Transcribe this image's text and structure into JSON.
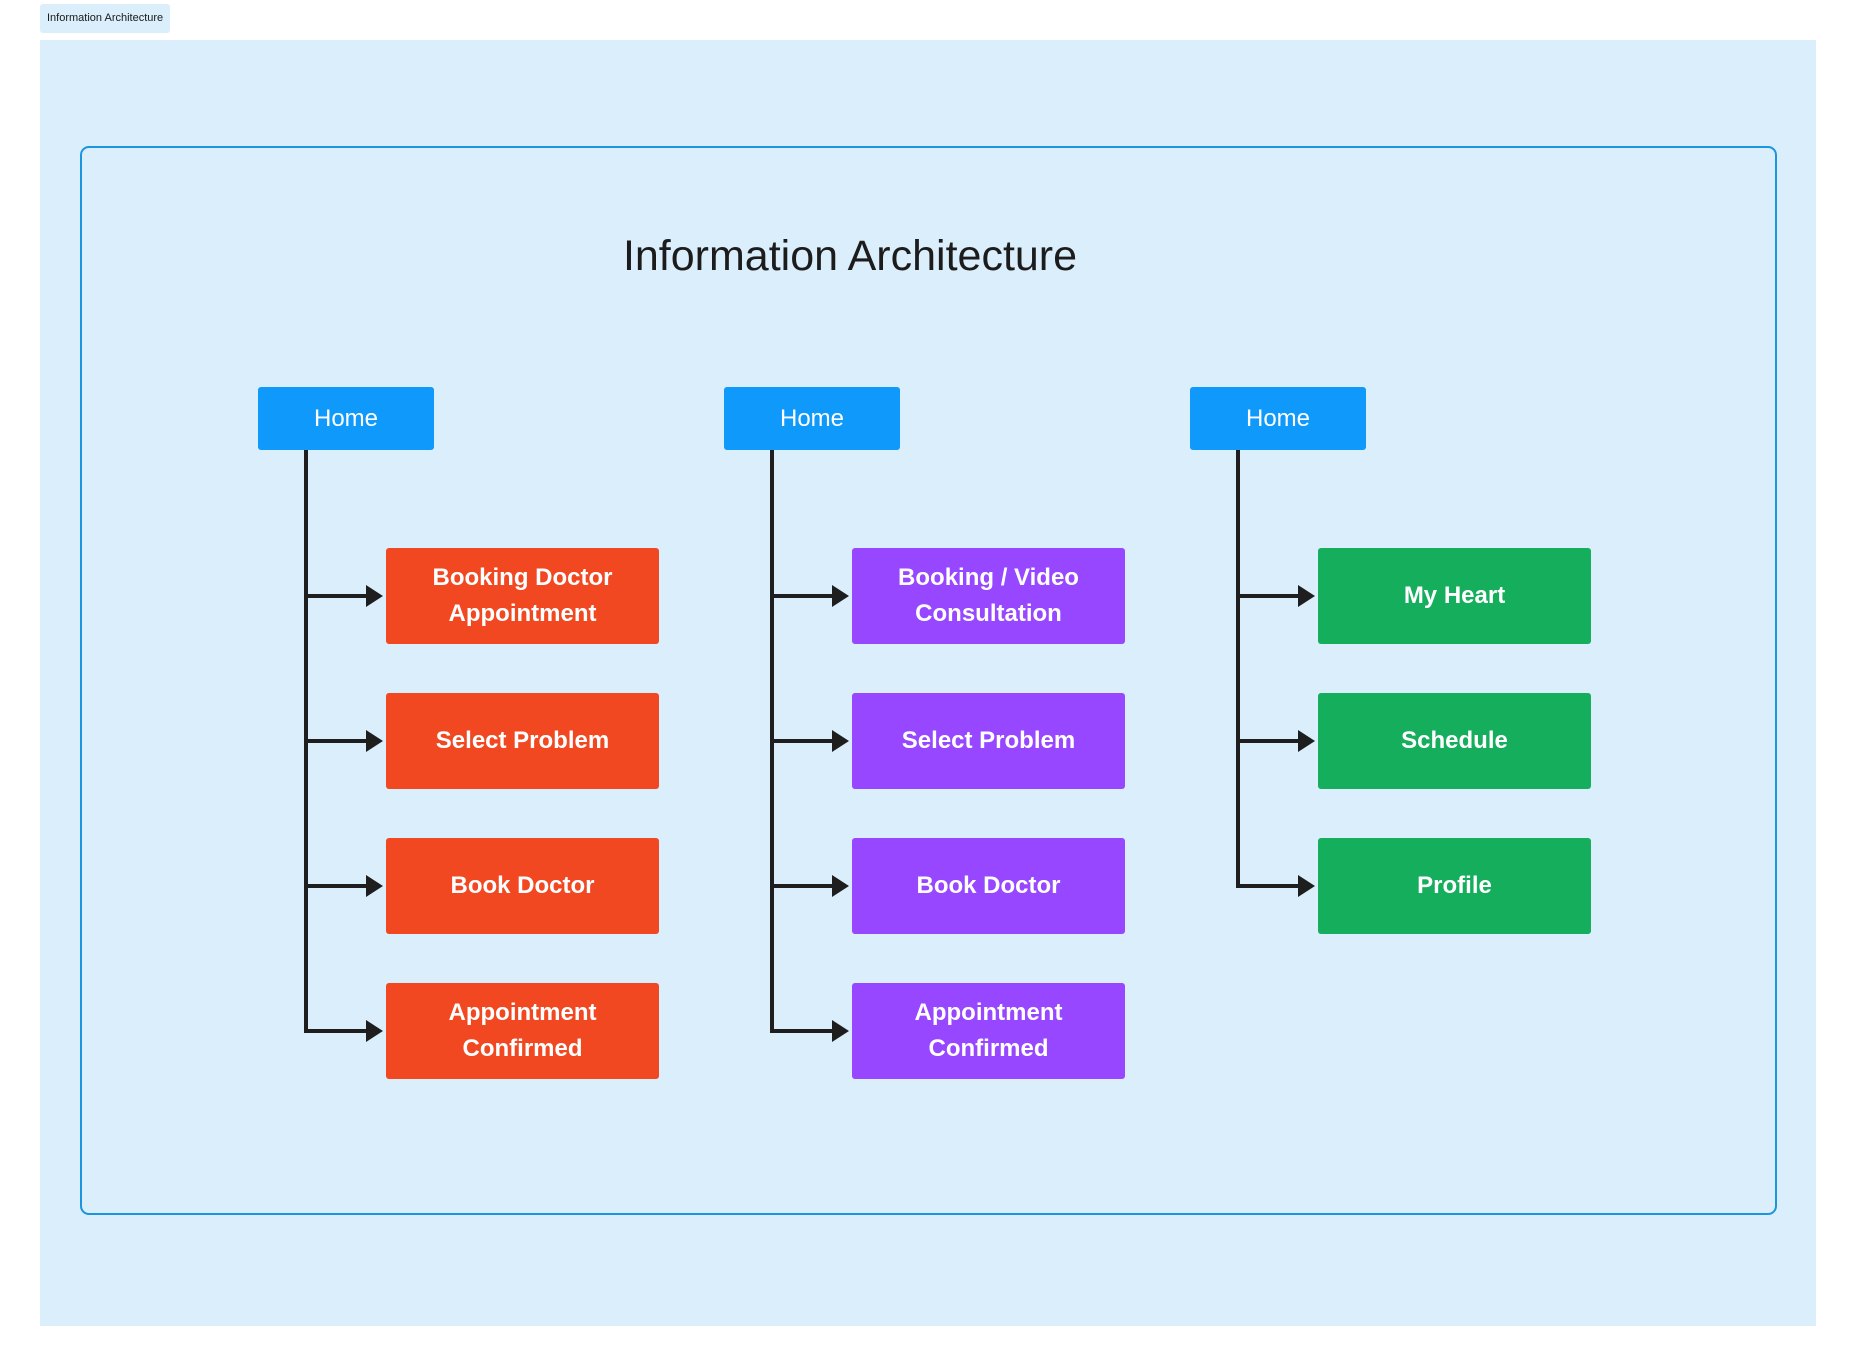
{
  "frame_label": "Information Architecture",
  "title": "Information Architecture",
  "colors": {
    "frame_background": "#dbeefc",
    "border": "#1b95e0",
    "home": "#0f99fb",
    "flow1": "#f24822",
    "flow2": "#9747ff",
    "flow3": "#14ae5c",
    "connector": "#1e1e1e"
  },
  "flows": [
    {
      "root": "Home",
      "color": "flow1",
      "children": [
        "Booking Doctor Appointment",
        "Select Problem",
        "Book Doctor",
        "Appointment Confirmed"
      ]
    },
    {
      "root": "Home",
      "color": "flow2",
      "children": [
        "Booking / Video Consultation",
        "Select Problem",
        "Book Doctor",
        "Appointment Confirmed"
      ]
    },
    {
      "root": "Home",
      "color": "flow3",
      "children": [
        "My Heart",
        "Schedule",
        "Profile"
      ]
    }
  ]
}
